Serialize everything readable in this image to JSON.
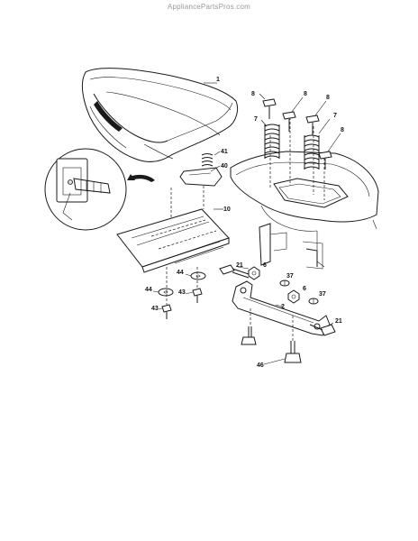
{
  "watermark": "AppliancePartsPros.com",
  "callouts": {
    "seat": "1",
    "pivot_bracket": "2",
    "spring_left": "7",
    "spring_right": "7",
    "screw_a": "8",
    "screw_b": "8",
    "screw_c": "8",
    "screw_d": "8",
    "seat_pan": "10",
    "bolt_left": "21",
    "bolt_right": "21",
    "spacer_right": "37",
    "spacer_left": "37",
    "knob_lower": "40",
    "spring_small": "41",
    "bolt_lower_left": "43",
    "bolt_lower_left2": "43",
    "washer_a": "44",
    "washer_b": "44",
    "bolt_bottom": "46",
    "nut_left": "6",
    "nut_right": "6"
  }
}
